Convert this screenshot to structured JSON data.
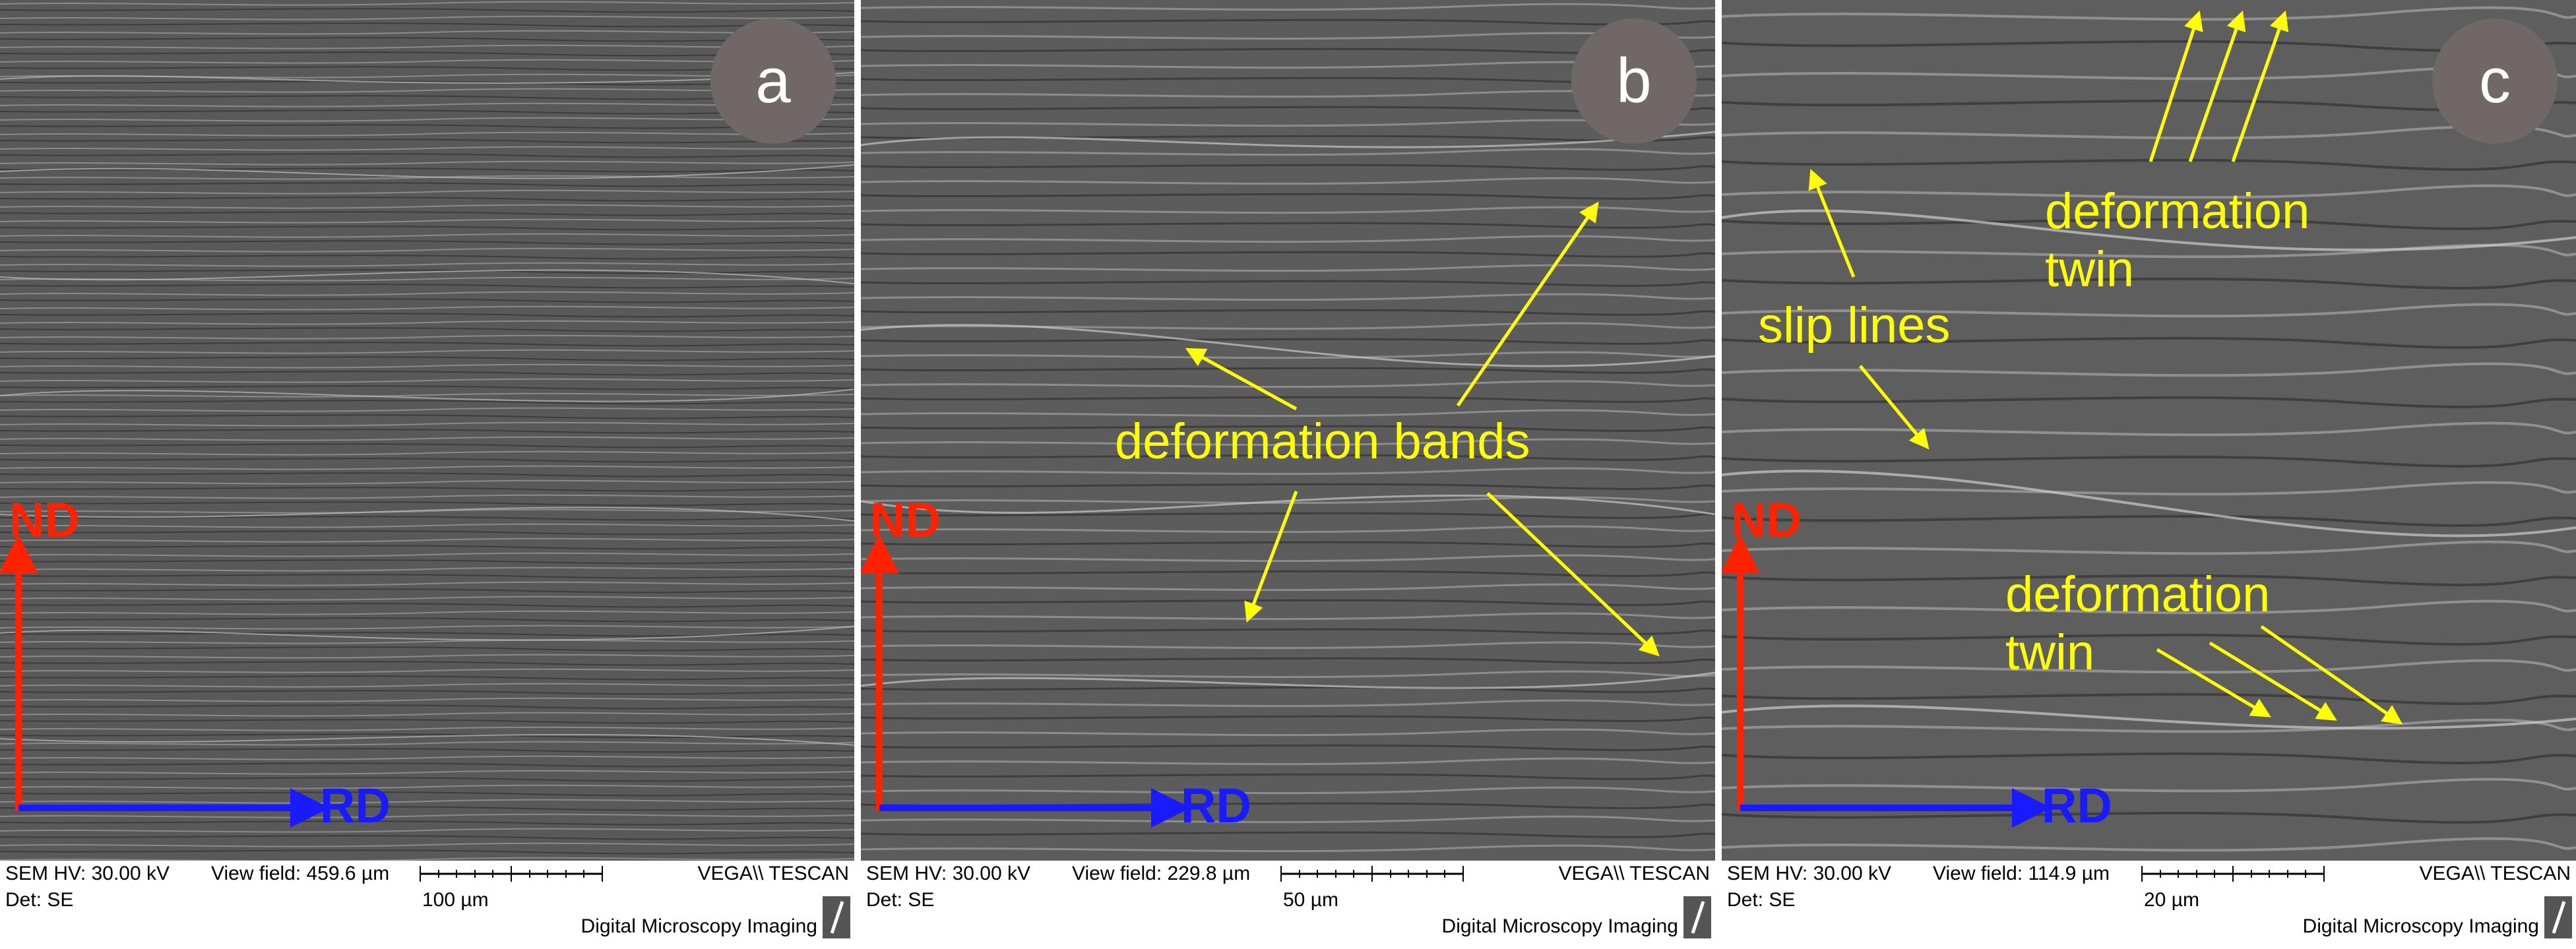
{
  "panels": [
    {
      "id": "a",
      "label": "a",
      "nd_label": "ND",
      "rd_label": "RD",
      "annotations": [],
      "footer": {
        "sem_hv": "SEM HV: 30.00 kV",
        "det": "Det: SE",
        "view_field": "View field: 459.6 µm",
        "scale_label": "100 µm",
        "vendor": "VEGA\\\\ TESCAN",
        "imaging": "Digital Microscopy Imaging"
      }
    },
    {
      "id": "b",
      "label": "b",
      "nd_label": "ND",
      "rd_label": "RD",
      "annotations": [
        {
          "text": "deformation bands"
        }
      ],
      "footer": {
        "sem_hv": "SEM HV: 30.00 kV",
        "det": "Det: SE",
        "view_field": "View field: 229.8 µm",
        "scale_label": "50 µm",
        "vendor": "VEGA\\\\ TESCAN",
        "imaging": "Digital Microscopy Imaging"
      }
    },
    {
      "id": "c",
      "label": "c",
      "nd_label": "ND",
      "rd_label": "RD",
      "annotations": [
        {
          "text": "deformation\ntwin"
        },
        {
          "text": "slip lines"
        },
        {
          "text": "deformation\ntwin"
        }
      ],
      "footer": {
        "sem_hv": "SEM HV: 30.00 kV",
        "det": "Det: SE",
        "view_field": "View field: 114.9 µm",
        "scale_label": "20 µm",
        "vendor": "VEGA\\\\ TESCAN",
        "imaging": "Digital Microscopy Imaging"
      }
    }
  ],
  "colors": {
    "annotation": "#ffff00",
    "nd_axis": "#ff2200",
    "rd_axis": "#1a1aff",
    "badge": "#6f6866",
    "micrograph_base": "#5a5a5a"
  }
}
